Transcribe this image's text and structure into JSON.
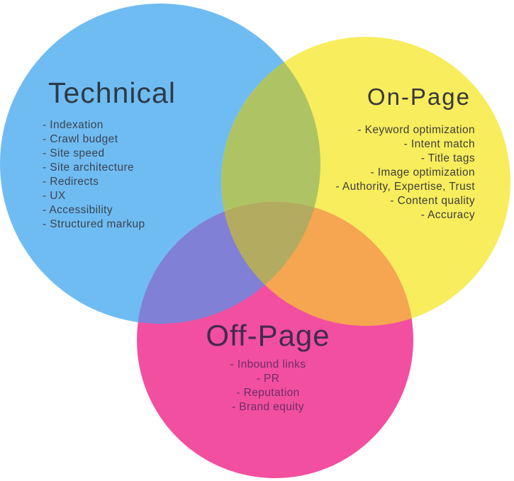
{
  "diagram": {
    "type": "venn",
    "topic": "SEO",
    "background_color": "#ffffff"
  },
  "colors": {
    "blue": "#6FBCF3",
    "yellow": "#F7ED5D",
    "pink": "#F24FA0",
    "green_overlap": "#AEC464",
    "purple_overlap": "#8081D6",
    "orange_overlap": "#F6A551",
    "center_overlap": "#B3AB60"
  },
  "circles": {
    "technical": {
      "title": "Technical",
      "title_color": "#2E3A46",
      "items_color": "#3A4450",
      "circle_color": "#6FBCF3",
      "items": [
        "- Indexation",
        "- Crawl budget",
        "- Site speed",
        "- Site architecture",
        "- Redirects",
        "- UX",
        "- Accessibility",
        "- Structured markup"
      ]
    },
    "on_page": {
      "title": "On-Page",
      "title_color": "#36353B",
      "items_color": "#3F3E38",
      "circle_color": "#F7ED5D",
      "items": [
        "- Keyword optimization",
        "- Intent match",
        "- Title tags",
        "- Image optimization",
        "- Authority, Expertise, Trust",
        "- Content quality",
        "- Accuracy"
      ]
    },
    "off_page": {
      "title": "Off-Page",
      "title_color": "#422B4C",
      "items_color": "#6E2C68",
      "circle_color": "#F24FA0",
      "items": [
        "- Inbound links",
        "- PR",
        "- Reputation",
        "- Brand equity"
      ]
    }
  }
}
